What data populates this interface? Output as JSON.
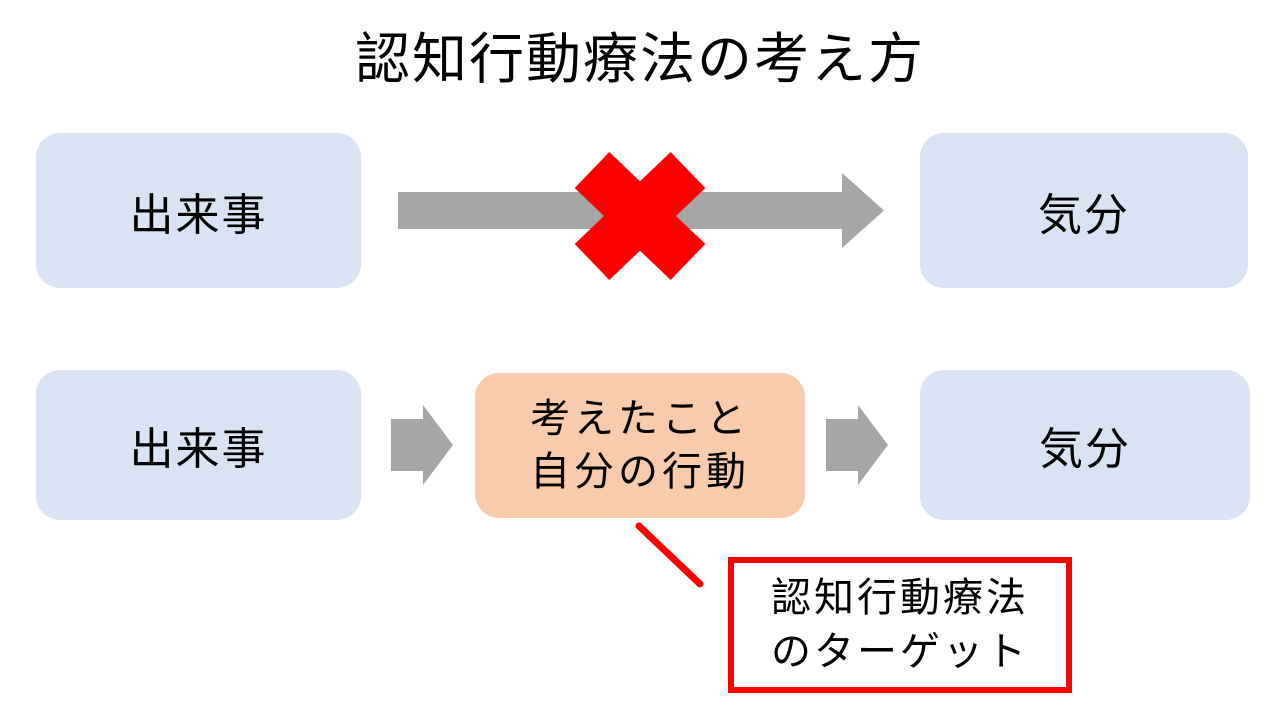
{
  "slide_title": "認知行動療法の考え方",
  "colors": {
    "background": "#FFFFFF",
    "box_blue": "#DAE3F3",
    "box_orange": "#F8CBAD",
    "arrow_gray": "#A6A6A6",
    "accent_red": "#FF0000",
    "text_black": "#000000"
  },
  "flow_blocked": {
    "event_label": "出来事",
    "mood_label": "気分"
  },
  "flow_cbt": {
    "event_label": "出来事",
    "mediator_line1": "考えたこと",
    "mediator_line2": "自分の行動",
    "mood_label": "気分"
  },
  "callout": {
    "line1": "認知行動療法",
    "line2": "のターゲット"
  },
  "icons": {
    "blocked_arrow": "thick-right-block-arrow",
    "red_cross": "red-x-mark",
    "small_arrow": "small-right-block-arrow",
    "callout_pointer": "red-diagonal-line"
  }
}
